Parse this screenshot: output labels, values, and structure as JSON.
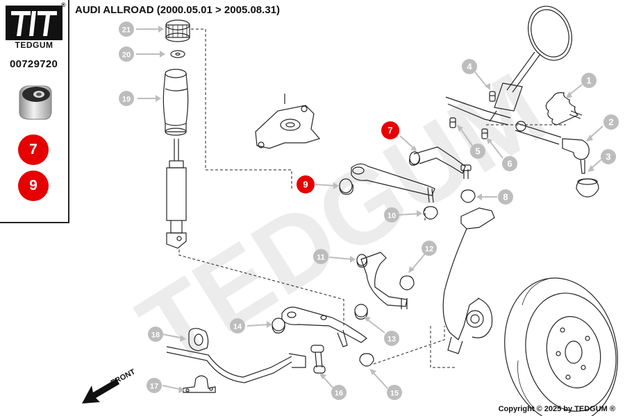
{
  "brand": {
    "name": "TEDGUM",
    "registered": "®"
  },
  "part_number": "00729720",
  "highlighted_parts": [
    "7",
    "9"
  ],
  "title": "AUDI ALLROAD (2000.05.01 > 2005.08.31)",
  "watermark": "TEDGUM",
  "front_label": "FRONT",
  "copyright": "Copyright © 2025 by TEDGUM ®",
  "callouts": [
    {
      "num": "1",
      "highlight": false
    },
    {
      "num": "2",
      "highlight": false
    },
    {
      "num": "3",
      "highlight": false
    },
    {
      "num": "4",
      "highlight": false
    },
    {
      "num": "5",
      "highlight": false
    },
    {
      "num": "6",
      "highlight": false
    },
    {
      "num": "7",
      "highlight": true
    },
    {
      "num": "8",
      "highlight": false
    },
    {
      "num": "9",
      "highlight": true
    },
    {
      "num": "10",
      "highlight": false
    },
    {
      "num": "11",
      "highlight": false
    },
    {
      "num": "12",
      "highlight": false
    },
    {
      "num": "13",
      "highlight": false
    },
    {
      "num": "14",
      "highlight": false
    },
    {
      "num": "15",
      "highlight": false
    },
    {
      "num": "16",
      "highlight": false
    },
    {
      "num": "17",
      "highlight": false
    },
    {
      "num": "18",
      "highlight": false
    },
    {
      "num": "19",
      "highlight": false
    },
    {
      "num": "20",
      "highlight": false
    },
    {
      "num": "21",
      "highlight": false
    }
  ],
  "colors": {
    "highlight": "#e60000",
    "callout": "#bdbdbd",
    "line": "#222222",
    "watermark": "#ececec"
  }
}
